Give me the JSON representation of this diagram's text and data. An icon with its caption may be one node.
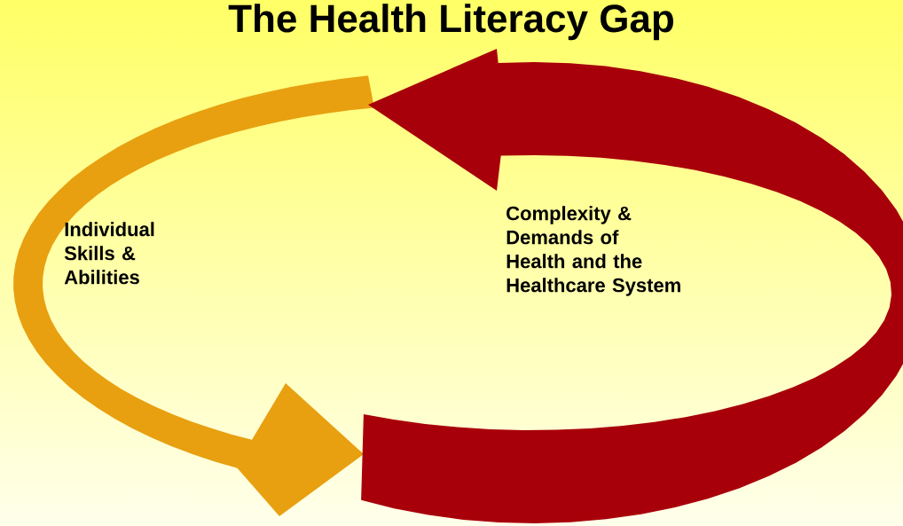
{
  "diagram": {
    "title": "The Health Literacy Gap",
    "labels": [
      "Individual Skills & Abilities",
      "Complexity & Demands of Health and the Healthcare System"
    ]
  }
}
